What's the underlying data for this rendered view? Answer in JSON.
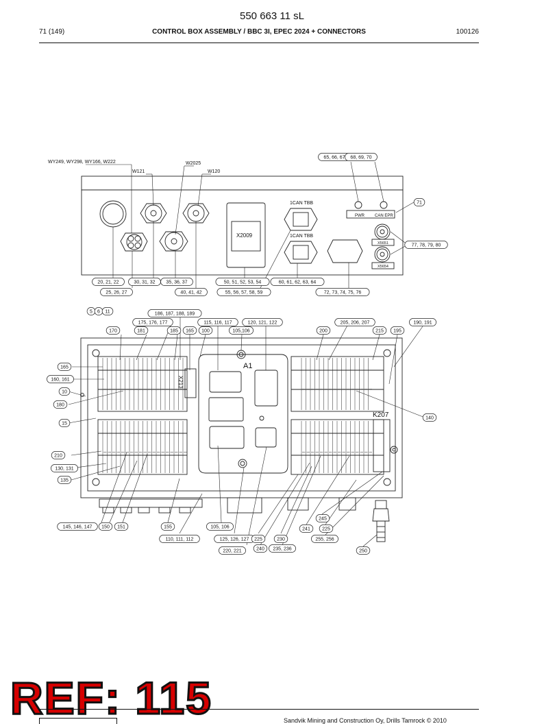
{
  "document": {
    "number": "550 663 11 sL",
    "page": "71 (149)",
    "title": "CONTROL BOX ASSEMBLY / BBC 3I, EPEC 2024 + CONNECTORS",
    "date_code": "100126"
  },
  "top_view": {
    "cable_labels": [
      "WY249, WY298, WY166, W222",
      "W121",
      "W2025",
      "W120"
    ],
    "component_labels": [
      "1CAN TBB",
      "1CAN TBB",
      "X2009",
      "PWR",
      "CAN EPR",
      "X5651",
      "X5654"
    ],
    "callouts": [
      "65, 66, 67",
      "68, 69, 70",
      "71",
      "77, 78, 79, 80",
      "20, 21, 22",
      "25, 26, 27",
      "30, 31, 32",
      "35, 36, 37",
      "40, 41, 42",
      "50, 51, 52, 53, 54",
      "55, 56, 57, 58, 59",
      "60, 61, 62, 63, 64",
      "72, 73, 74, 75, 76"
    ]
  },
  "inner_view": {
    "component_labels": [
      "A1",
      "K207",
      "X213"
    ],
    "callouts": [
      "5",
      "6",
      "11",
      "186, 187, 188, 189",
      "175, 176, 177",
      "115, 116, 117",
      "120, 121, 122",
      "205, 206, 207",
      "190, 191",
      "170",
      "181",
      "185",
      "165",
      "100",
      "105,106",
      "200",
      "215",
      "195",
      "165",
      "160, 161",
      "10",
      "180",
      "15",
      "210",
      "130, 131",
      "135",
      "140",
      "245",
      "145, 146, 147",
      "150",
      "151",
      "155",
      "105, 106",
      "241",
      "225",
      "110, 111, 112",
      "125, 126, 127",
      "225",
      "230",
      "255, 256",
      "220, 221",
      "240",
      "235, 236",
      "250"
    ]
  },
  "ref_label": "REF: 115",
  "footer": "Sandvik Mining and Construction Oy, Drills Tamrock © 2010"
}
